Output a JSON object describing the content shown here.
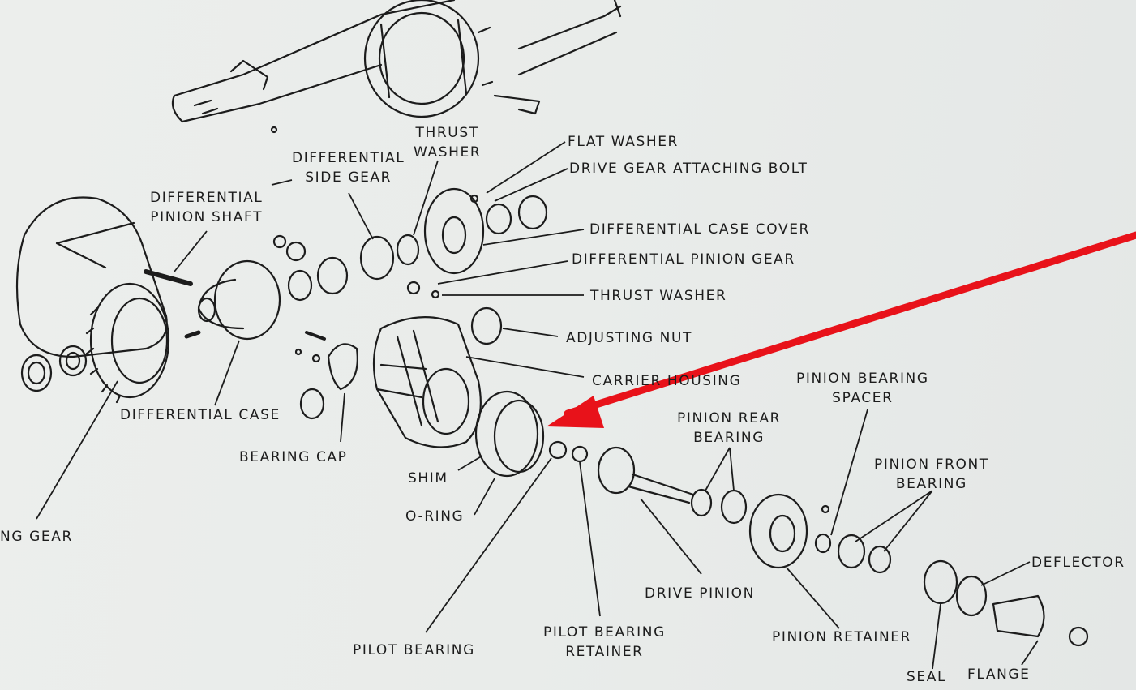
{
  "labels": {
    "thrust_washer_top": "THRUST\nWASHER",
    "flat_washer": "FLAT WASHER",
    "drive_gear_attaching_bolt": "DRIVE GEAR ATTACHING BOLT",
    "differential_side_gear": "DIFFERENTIAL\nSIDE GEAR",
    "differential_pinion_shaft": "DIFFERENTIAL\nPINION SHAFT",
    "differential_case_cover": "DIFFERENTIAL CASE COVER",
    "differential_pinion_gear": "DIFFERENTIAL PINION GEAR",
    "thrust_washer": "THRUST WASHER",
    "adjusting_nut": "ADJUSTING NUT",
    "carrier_housing": "CARRIER HOUSING",
    "pinion_bearing_spacer": "PINION BEARING\nSPACER",
    "pinion_rear_bearing": "PINION REAR\nBEARING",
    "pinion_front_bearing": "PINION FRONT\nBEARING",
    "differential_case": "DIFFERENTIAL CASE",
    "bearing_cap": "BEARING CAP",
    "shim": "SHIM",
    "o_ring": "O-RING",
    "ring_gear": "NG GEAR",
    "deflector": "DEFLECTOR",
    "drive_pinion": "DRIVE PINION",
    "pilot_bearing": "PILOT BEARING",
    "pilot_bearing_retainer": "PILOT BEARING\nRETAINER",
    "pinion_retainer": "PINION RETAINER",
    "seal": "SEAL",
    "flange": "FLANGE"
  },
  "colors": {
    "ink": "#1c1c1c",
    "arrow": "#e8121a",
    "paper": "#eceeec"
  }
}
